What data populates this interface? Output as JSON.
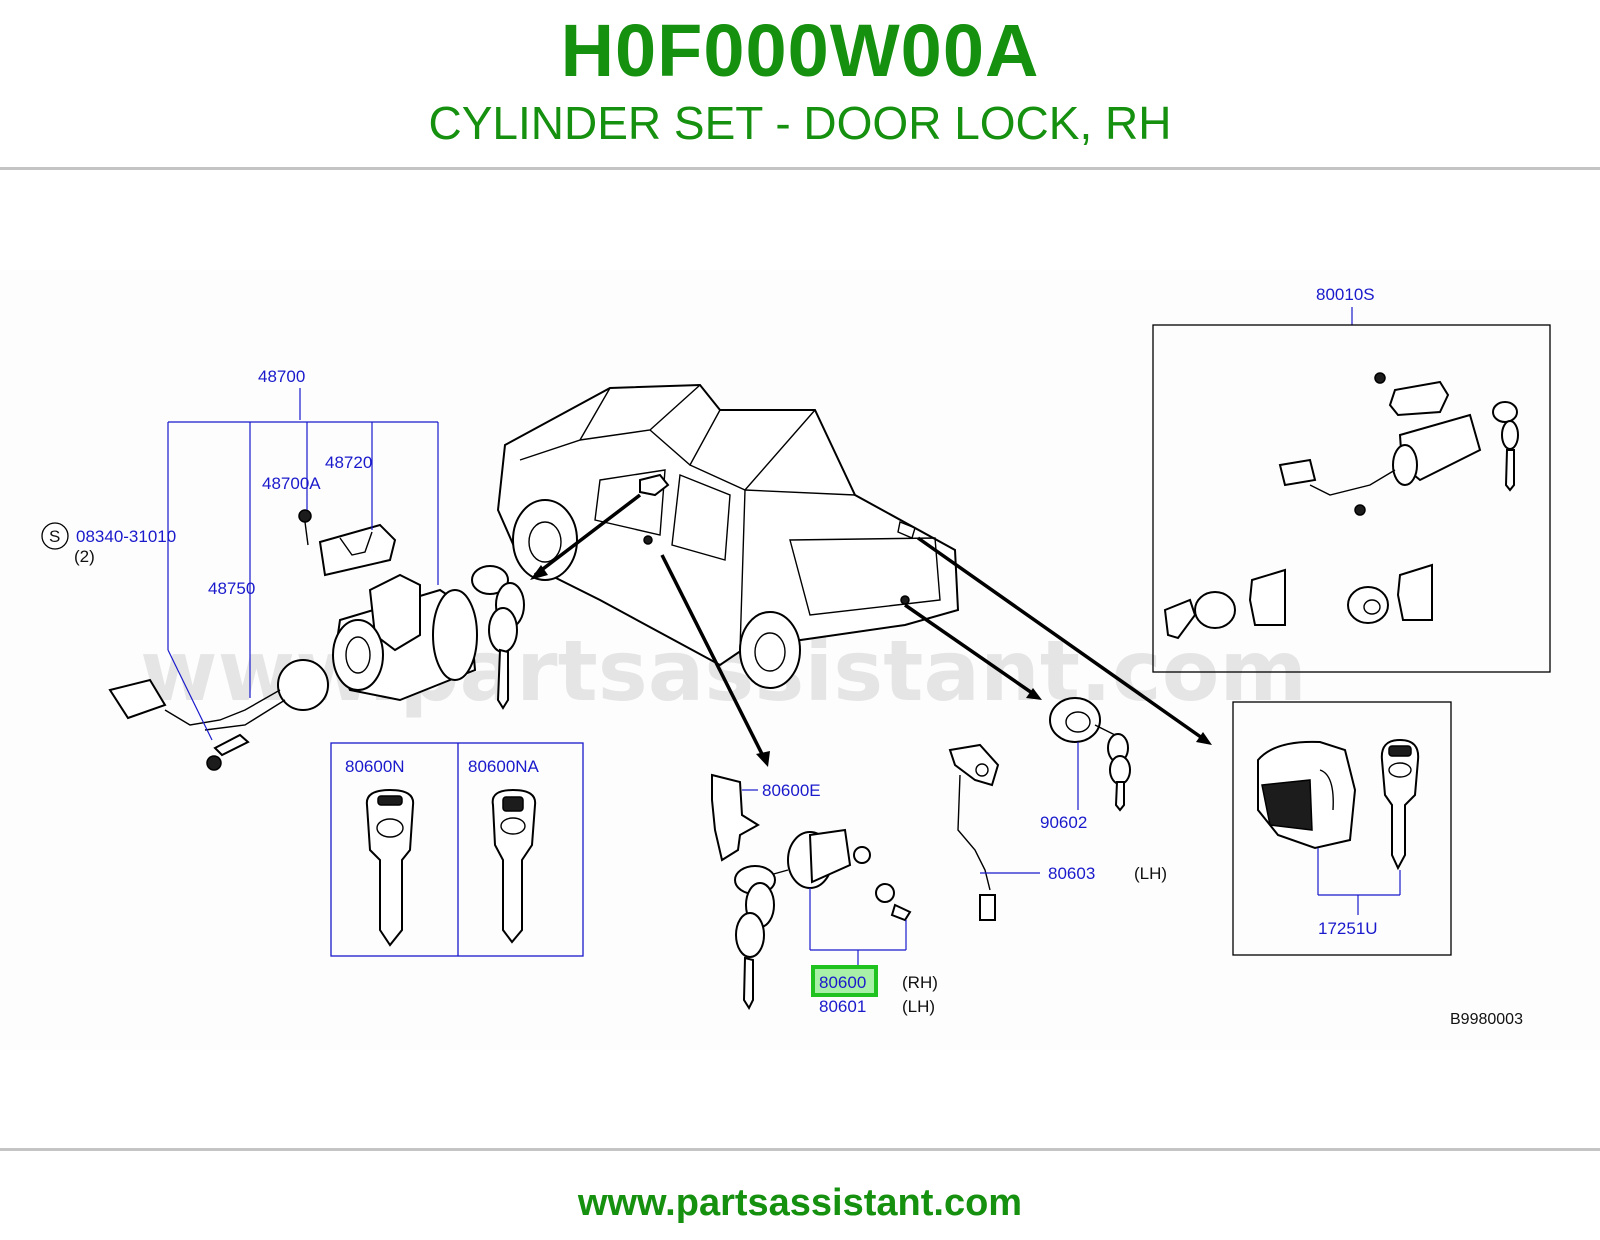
{
  "header": {
    "part_code": "H0F000W00A",
    "part_description": "CYLINDER SET - DOOR LOCK, RH"
  },
  "diagram": {
    "watermark": "www.partsassistant.com",
    "drawing_code": "B9980003",
    "labels": {
      "p48700": "48700",
      "p48720": "48720",
      "p48700A": "48700A",
      "p08340": "08340-31010",
      "s_symbol": "S",
      "qty_2": "(2)",
      "p48750": "48750",
      "p80600N": "80600N",
      "p80600NA": "80600NA",
      "p80600E": "80600E",
      "p80600": "80600",
      "p80601": "80601",
      "rh": "(RH)",
      "lh1": "(LH)",
      "lh2": "(LH)",
      "p80603": "80603",
      "p90602": "90602",
      "p80010S": "80010S",
      "p17251U": "17251U"
    },
    "highlighted_part": "80600"
  },
  "footer": {
    "url": "www.partsassistant.com"
  },
  "colors": {
    "title_green": "#15900f",
    "label_blue": "#1a1acc",
    "highlight_green": "#1fc21f",
    "highlight_fill": "#a8f0a8"
  }
}
